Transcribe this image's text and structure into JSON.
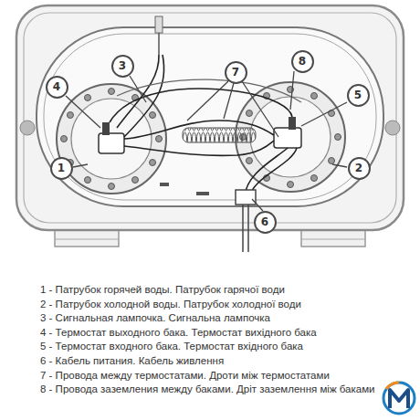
{
  "diagram": {
    "nodes": [
      {
        "text": [
          "1"
        ]
      },
      {
        "text": [
          "2"
        ]
      },
      {
        "text": [
          "3"
        ]
      },
      {
        "text": [
          "4"
        ]
      },
      {
        "text": [
          "5"
        ]
      },
      {
        "text": [
          "6"
        ]
      },
      {
        "text": [
          "7"
        ]
      },
      {
        "text": [
          "8"
        ]
      }
    ],
    "labels": [
      "1 - Патрубок горячей воды. Патрубок гарячої води",
      "2 - Патрубок холодной воды. Патрубок холодної води",
      "3 - Сигнальная лампочка. Сигнальна лампочка",
      "4 - Термостат выходного бака. Термостат вихідного бака",
      "5 - Термостат входного бака. Термостат вхідного бака",
      "6 - Кабель питания. Кабель живлення",
      "7 - Провода между термостатами. Дроти між термостатами",
      "8 - Провода заземления между баками. Дріт заземлення між баками"
    ]
  }
}
